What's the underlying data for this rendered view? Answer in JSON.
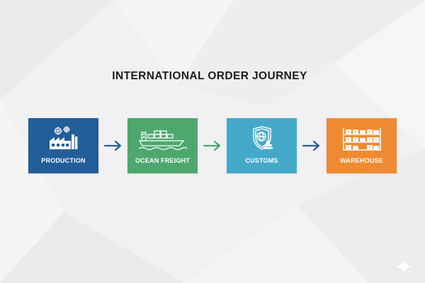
{
  "title": "INTERNATIONAL ORDER JOURNEY",
  "steps": [
    {
      "label": "PRODUCTION",
      "icon": "factory-icon",
      "color": "#225e99"
    },
    {
      "label": "OCEAN FREIGHT",
      "icon": "cargo-ship-icon",
      "color": "#4ea86e"
    },
    {
      "label": "CUSTOMS",
      "icon": "customs-shield-icon",
      "color": "#44a9c9"
    },
    {
      "label": "WAREHOUSE",
      "icon": "warehouse-shelves-icon",
      "color": "#ef8a31"
    }
  ],
  "arrows": [
    {
      "icon": "arrow-right-icon",
      "color": "#2b5d92"
    },
    {
      "icon": "arrow-right-icon",
      "color": "#4ea86e"
    },
    {
      "icon": "arrow-right-icon",
      "color": "#2b5d92"
    }
  ]
}
